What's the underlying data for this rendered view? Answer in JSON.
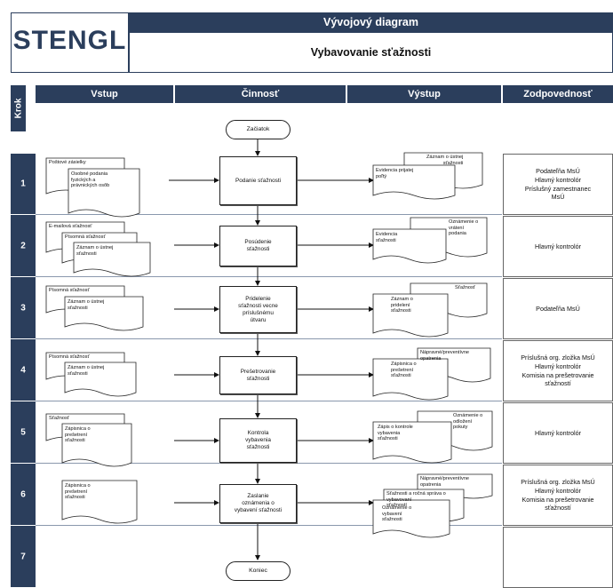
{
  "header": {
    "logo": "STENGL",
    "title": "Vývojový diagram",
    "subtitle": "Vybavovanie sťažnosti"
  },
  "columns": {
    "krok": "Krok",
    "vstup": "Vstup",
    "cinnost": "Činnosť",
    "vystup": "Výstup",
    "zodpovednost": "Zodpovednosť"
  },
  "steps": [
    {
      "number": "1",
      "inputs": [
        "Poštové zásielky",
        "Osobné podania\nfyzických a\nprávnických osôb"
      ],
      "activity": "Podanie sťažnosti",
      "outputs": [
        "Záznam o ústnej\nsťažnosti",
        "Evidencia prijatej\npoľtý"
      ],
      "responsibility": "Podateľňa MsÚ\nHlavný kontrolór\nPríslušný zamestnanec\nMsÚ"
    },
    {
      "number": "2",
      "inputs": [
        "E-mailová sťažnosť",
        "Písomná sťažnosť",
        "Záznam o ústnej\nsťažnosti"
      ],
      "activity": "Posúdenie\nsťažnosti",
      "outputs": [
        "Oznámenie o\nvrátení\npodania",
        "Evidencia\nsťažnosti"
      ],
      "responsibility": "Hlavný kontrolór"
    },
    {
      "number": "3",
      "inputs": [
        "Písomná sťažnosť",
        "Záznam o ústnej\nsťažnosti"
      ],
      "activity": "Pridelenie\nsťažnosti vecne\npríslušnému\nútvaru",
      "outputs": [
        "Sťažnosť",
        "Záznam o\npridelení\nsťažnosti"
      ],
      "responsibility": "Podateľňa MsÚ"
    },
    {
      "number": "4",
      "inputs": [
        "Písomná sťažnosť",
        "Záznam o ústnej\nsťažnosti"
      ],
      "activity": "Prešetrovanie\nsťažnosti",
      "outputs": [
        "Nápravné/preventívne\nopatrenia",
        "Zápisnica o\nprešetrení\nsťažnosti"
      ],
      "responsibility": "Príslušná org. zložka MsÚ\nHlavný kontrolór\nKomisia na prešetrovanie\nsťažností"
    },
    {
      "number": "5",
      "inputs": [
        "Sťažnosť",
        "Zápisnica o\nprešetrení\nsťažnosti"
      ],
      "activity": "Kontrola\nvybavenia\nsťažnosti",
      "outputs": [
        "Oznámenie o\nodložení\npokuty",
        "Zápis o kontrole\nvybavenia\nsťažnosti"
      ],
      "responsibility": "Hlavný kontrolór"
    },
    {
      "number": "6",
      "inputs": [
        "Zápisnica o\nprešetrení\nsťažnosti"
      ],
      "activity": "Zaslanie\noznámenia o\nvybavení sťažnosti",
      "outputs": [
        "Nápravné/preventívne\nopatrenia",
        "Sťažnosti a ročná správa o\nvybavovaní\nsťažností",
        "Oznámenie o\nvybavení\nsťažnosti"
      ],
      "responsibility": "Príslušná org. zložka MsÚ\nHlavný kontrolór\nKomisia na prešetrovanie\nsťažností"
    },
    {
      "number": "7",
      "inputs": [],
      "activity": "",
      "outputs": [],
      "responsibility": ""
    }
  ],
  "terminals": {
    "start": "Začiatok",
    "end": "Koniec"
  },
  "colors": {
    "header_navy": "#2b3e5c",
    "separator": "#8a98ad"
  }
}
